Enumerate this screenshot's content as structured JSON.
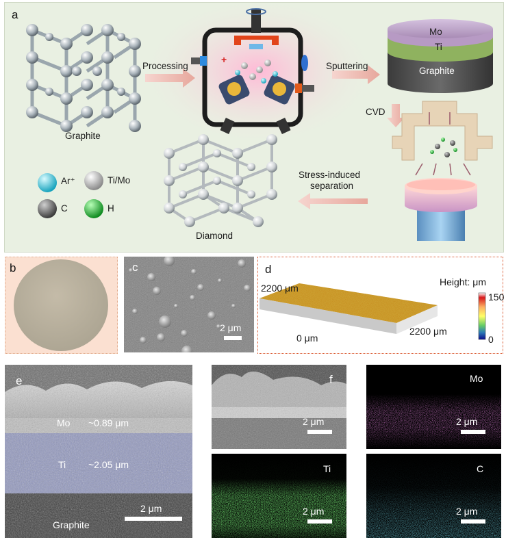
{
  "panel_a": {
    "label": "a",
    "graphite_label": "Graphite",
    "processing_label": "Processing",
    "sputtering_label": "Sputtering",
    "cvd_label": "CVD",
    "stress_label_1": "Stress-induced",
    "stress_label_2": "separation",
    "diamond_label": "Diamond",
    "stack": {
      "top": "Mo",
      "middle": "Ti",
      "bottom": "Graphite"
    },
    "legend": [
      {
        "label": "Ar⁺",
        "color": "#3fc4d8"
      },
      {
        "label": "Ti/Mo",
        "color": "#c9c9c9"
      },
      {
        "label": "C",
        "color": "#7a7a7a"
      },
      {
        "label": "H",
        "color": "#23b23a"
      }
    ]
  },
  "panel_b": {
    "label": "b"
  },
  "panel_c": {
    "label": "c",
    "scale": "2 μm"
  },
  "panel_d": {
    "label": "d",
    "axis_top": "2200 μm",
    "axis_origin": "0 μm",
    "axis_right": "2200 μm",
    "colorbar_title": "Height: μm",
    "colorbar_max": "150",
    "colorbar_min": "0"
  },
  "panel_e": {
    "label": "e",
    "mo_label": "Mo",
    "mo_thickness": "~0.89 μm",
    "ti_label": "Ti",
    "ti_thickness": "~2.05 μm",
    "graphite_label": "Graphite",
    "scale": "2 μm"
  },
  "panel_f": {
    "label": "f",
    "sem_scale": "2 μm",
    "maps": [
      {
        "element": "Mo",
        "scale": "2 μm",
        "color": "#d23cc8"
      },
      {
        "element": "Ti",
        "scale": "2 μm",
        "color": "#2ecf2e"
      },
      {
        "element": "C",
        "scale": "2 μm",
        "color": "#2fb8d8"
      }
    ]
  }
}
